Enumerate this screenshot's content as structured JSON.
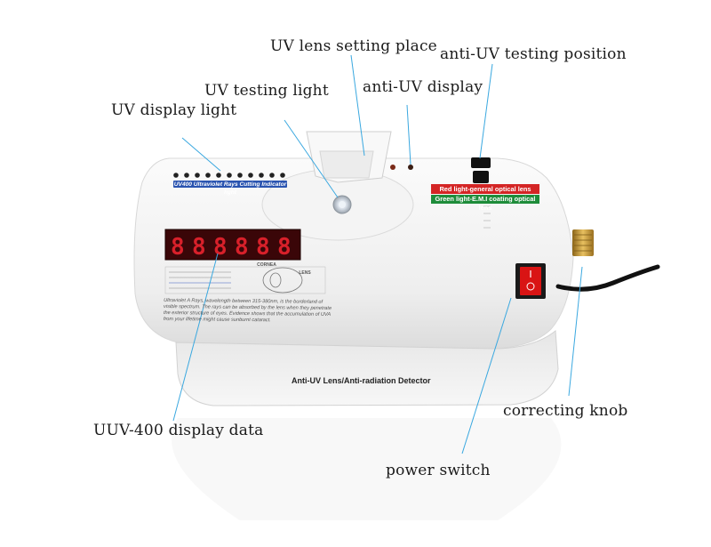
{
  "callouts": {
    "lens_setting_place": "UV lens setting place",
    "testing_position": "anti-UV testing position",
    "testing_light": "UV testing light",
    "anti_uv_display": "anti-UV display",
    "display_light": "UV display light",
    "correcting_knob": "correcting knob",
    "display_data": "UUV-400 display data",
    "power_switch": "power switch"
  },
  "device": {
    "indicator_strip": "UV400 Ultraviolet Rays Cutting Indicator light",
    "red_strip": "Red light-general optical lens",
    "green_strip": "Green light-E.M.I coating optical lens",
    "front_label": "Anti-UV Lens/Anti-radiation Detector",
    "info_text": "Ultraviolet A Rays, wavelength between 315-380nm, is the borderland of visible spectrum. The rays can be absorbed by the lens when they penetrate the exterior structure of eyes. Evidence shows that the accumulation of UVA from your lifetime might cause sunburnt cataract.",
    "lens_word": "LENS",
    "cornea_word": "CORNEA"
  },
  "colors": {
    "led_red": "#d8202a",
    "indicator_blue": "#2a54b0",
    "strip_red": "#d42525",
    "strip_green": "#1e8c3a",
    "switch_red": "#d91414",
    "brass": "#c89a3a"
  }
}
